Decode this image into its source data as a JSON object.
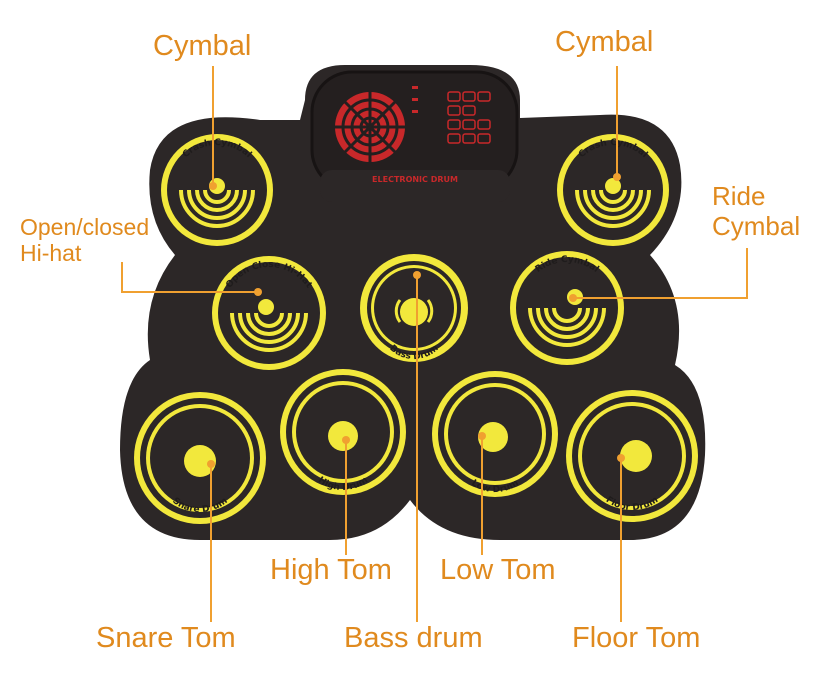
{
  "colors": {
    "accent_line": "#f0a030",
    "label_text": "#e08a1e",
    "pad_yellow": "#f2e83c",
    "body_dark": "#2c2727",
    "module_red": "#c8282a"
  },
  "callouts": {
    "cymbal_left": "Cymbal",
    "cymbal_right": "Cymbal",
    "hihat_line1": "Open/closed",
    "hihat_line2": "Hi-hat",
    "ride_line1": "Ride",
    "ride_line2": "Cymbal",
    "high_tom": "High Tom",
    "low_tom": "Low Tom",
    "snare_tom": "Snare Tom",
    "bass_drum": "Bass drum",
    "floor_tom": "Floor Tom"
  },
  "pad_labels": {
    "crash_left": "Crash Cymbal",
    "crash_right": "Crash Cymbal",
    "hihat": "Open Close Hi-Hat",
    "ride": "Ride Cymbal",
    "bass": "Bass Drum",
    "high": "High Drum",
    "low": "Low Drum",
    "snare": "Snare Drum",
    "floor": "Floor Drum"
  },
  "module": {
    "brand": "ELECTRONIC DRUM"
  }
}
